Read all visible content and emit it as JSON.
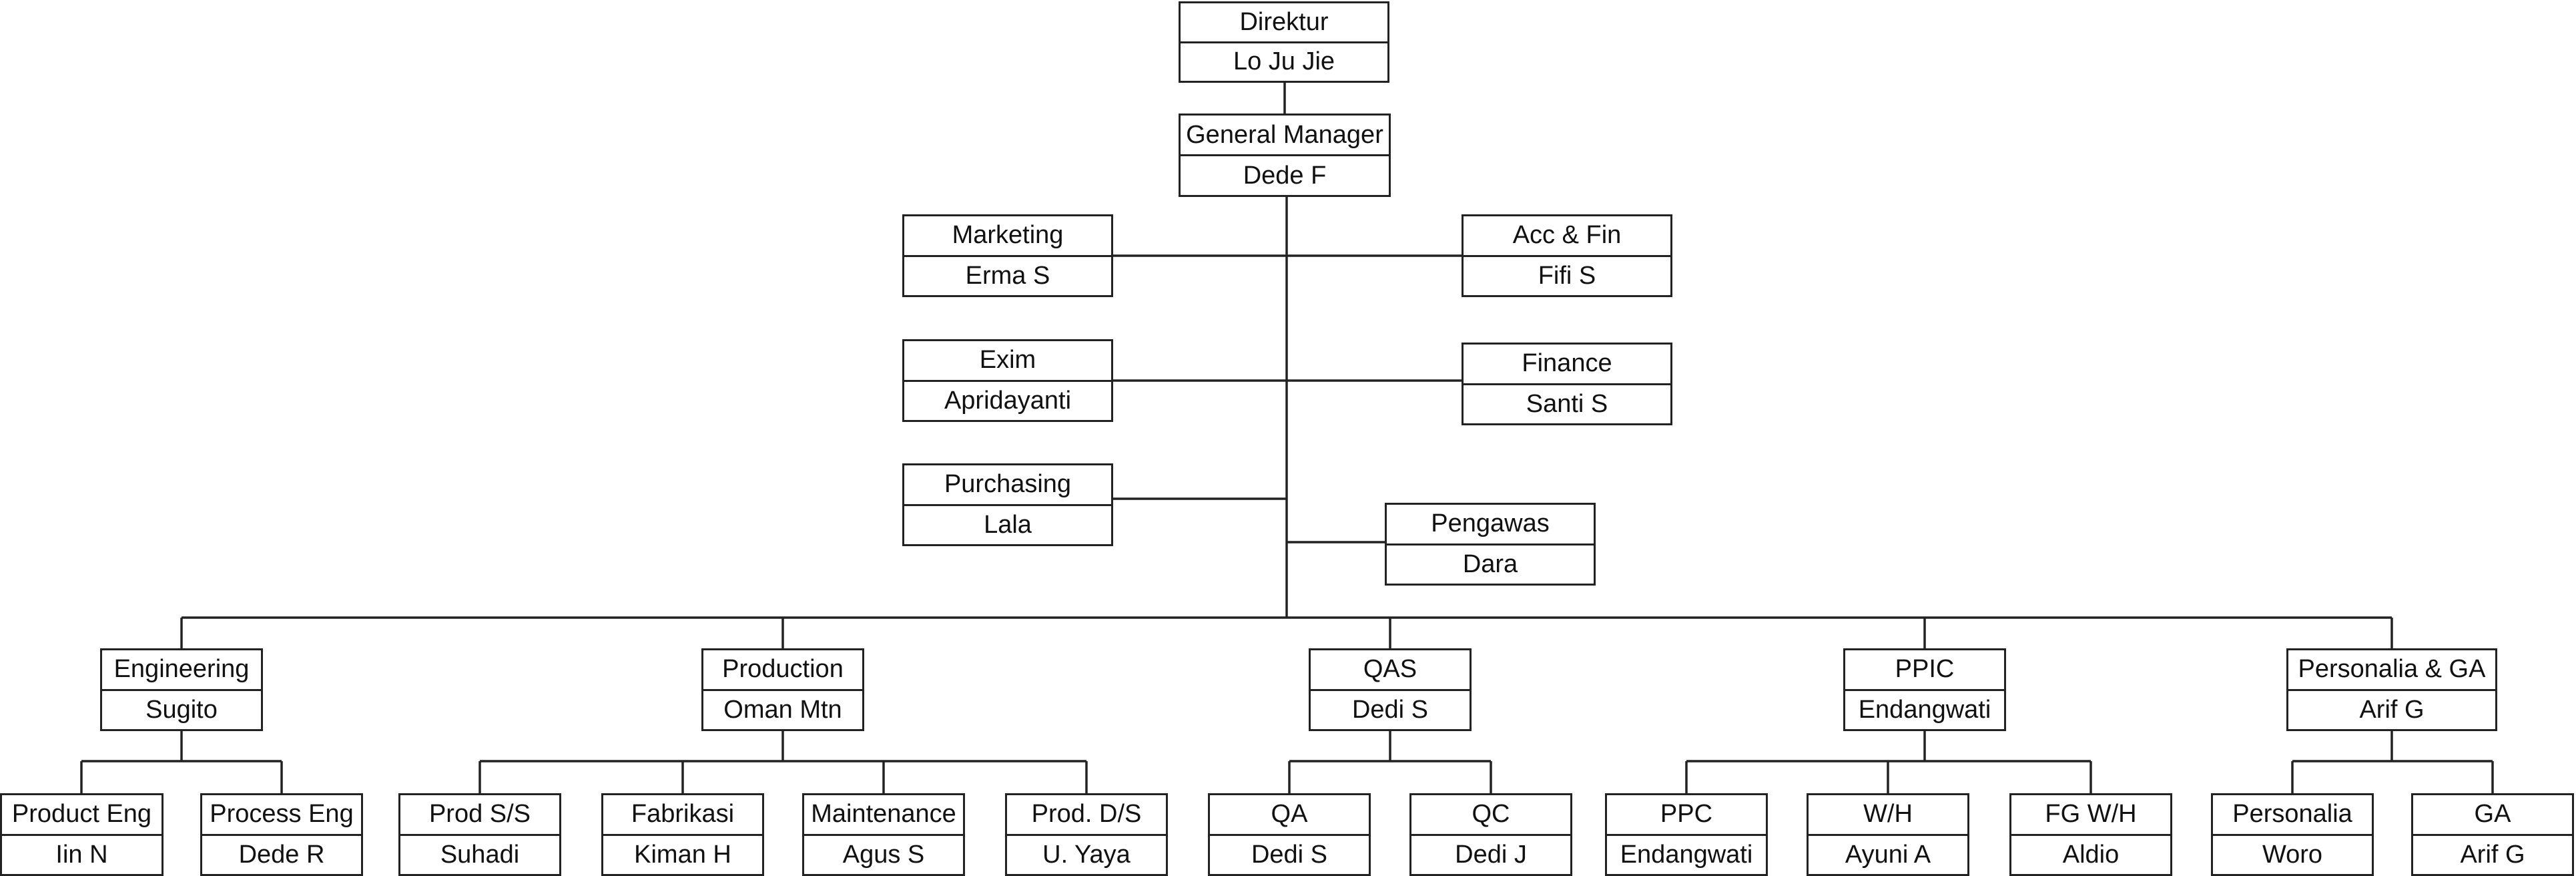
{
  "nodes": {
    "direktur": {
      "role": "Direktur",
      "person": "Lo Ju Jie"
    },
    "gm": {
      "role": "General Manager",
      "person": "Dede F"
    },
    "marketing": {
      "role": "Marketing",
      "person": "Erma S"
    },
    "accfin": {
      "role": "Acc & Fin",
      "person": "Fifi S"
    },
    "exim": {
      "role": "Exim",
      "person": "Apridayanti"
    },
    "finance": {
      "role": "Finance",
      "person": "Santi S"
    },
    "purchasing": {
      "role": "Purchasing",
      "person": "Lala"
    },
    "pengawas": {
      "role": "Pengawas",
      "person": "Dara"
    },
    "engineering": {
      "role": "Engineering",
      "person": "Sugito"
    },
    "production": {
      "role": "Production",
      "person": "Oman Mtn"
    },
    "qas": {
      "role": "QAS",
      "person": "Dedi S"
    },
    "ppic": {
      "role": "PPIC",
      "person": "Endangwati"
    },
    "personalia_ga": {
      "role": "Personalia & GA",
      "person": "Arif G"
    },
    "product_eng": {
      "role": "Product Eng",
      "person": "Iin N"
    },
    "process_eng": {
      "role": "Process Eng",
      "person": "Dede R"
    },
    "prod_ss": {
      "role": "Prod S/S",
      "person": "Suhadi"
    },
    "fabrikasi": {
      "role": "Fabrikasi",
      "person": "Kiman H"
    },
    "maintenance": {
      "role": "Maintenance",
      "person": "Agus S"
    },
    "prod_ds": {
      "role": "Prod. D/S",
      "person": "U. Yaya"
    },
    "qa": {
      "role": "QA",
      "person": "Dedi S"
    },
    "qc": {
      "role": "QC",
      "person": "Dedi J"
    },
    "ppc": {
      "role": "PPC",
      "person": "Endangwati"
    },
    "wh": {
      "role": "W/H",
      "person": "Ayuni A"
    },
    "fgwh": {
      "role": "FG W/H",
      "person": "Aldio"
    },
    "personalia": {
      "role": "Personalia",
      "person": "Woro"
    },
    "ga": {
      "role": "GA",
      "person": "Arif G"
    }
  }
}
